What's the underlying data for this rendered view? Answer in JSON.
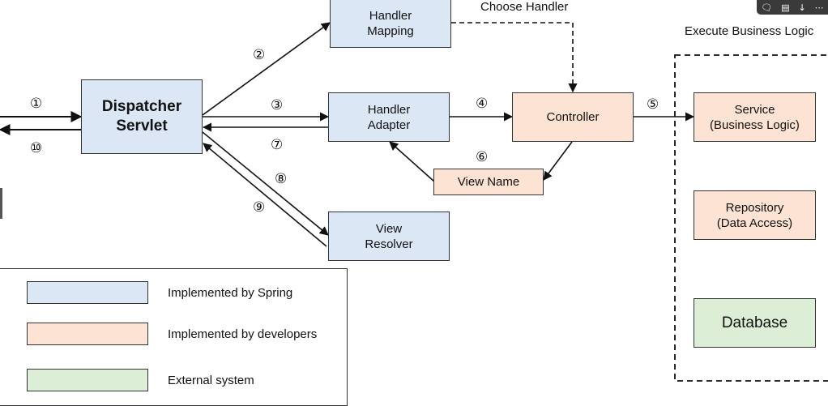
{
  "nodes": {
    "dispatcher": [
      "Dispatcher",
      "Servlet"
    ],
    "handler_mapping": [
      "Handler",
      "Mapping"
    ],
    "handler_adapter": [
      "Handler",
      "Adapter"
    ],
    "view_resolver": [
      "View",
      "Resolver"
    ],
    "controller": "Controller",
    "view_name": "View Name",
    "service": [
      "Service",
      "(Business Logic)"
    ],
    "repository": [
      "Repository",
      "(Data Access)"
    ],
    "database": "Database"
  },
  "labels": {
    "choose_handler": "Choose Handler",
    "execute_business_logic": "Execute Business Logic"
  },
  "steps": {
    "s1": "①",
    "s2": "②",
    "s3": "③",
    "s4": "④",
    "s5": "⑤",
    "s6": "⑥",
    "s7": "⑦",
    "s8": "⑧",
    "s9": "⑨",
    "s10": "⑩"
  },
  "legend": {
    "spring": "Implemented by Spring",
    "developers": "Implemented by developers",
    "external": "External system"
  },
  "colors": {
    "spring": "#dbe7f5",
    "developers": "#fce3d3",
    "external": "#dcefd6"
  },
  "toolbar": {
    "icons": [
      "comment-icon",
      "present-icon",
      "download-icon",
      "more-icon"
    ]
  }
}
